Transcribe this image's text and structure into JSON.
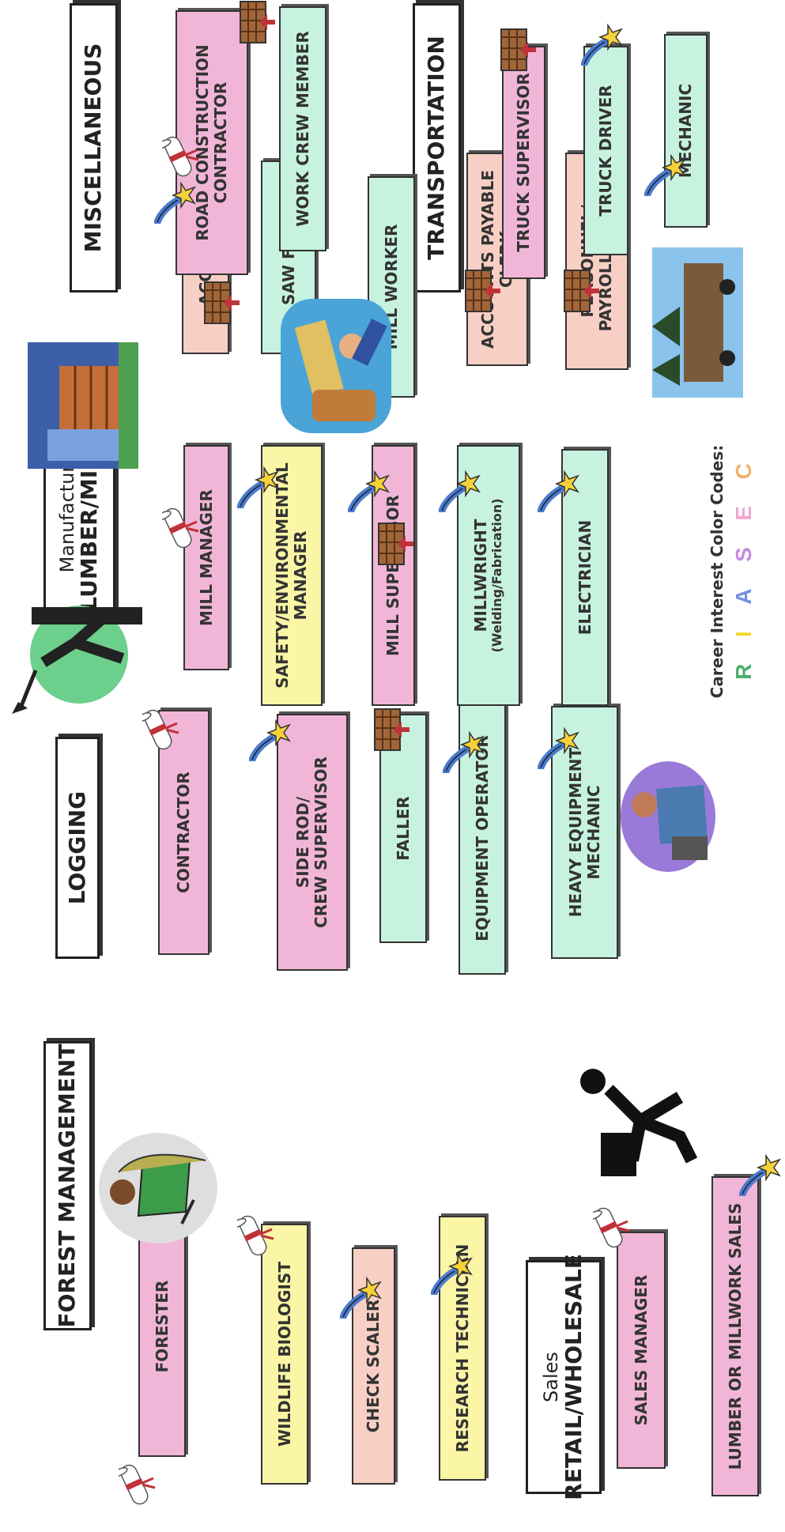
{
  "headers": {
    "forest": {
      "line1": "FOREST MANAGEMENT",
      "line2": ""
    },
    "logging": {
      "line1": "LOGGING",
      "line2": ""
    },
    "manufacturing": {
      "line1": "Manufacturing",
      "line2": "LUMBER/MILLING"
    },
    "misc": {
      "line1": "MISCELLANEOUS",
      "line2": ""
    },
    "transport": {
      "line1": "TRANSPORTATION",
      "line2": ""
    },
    "sales": {
      "line1": "Sales",
      "line2": "RETAIL/WHOLESALE"
    }
  },
  "careers": {
    "forester": {
      "l1": "FORESTER",
      "l2": "",
      "code": "E",
      "icon": "diploma"
    },
    "wildlife_biologist": {
      "l1": "WILDLIFE BIOLOGIST",
      "l2": "",
      "code": "I",
      "icon": "diploma"
    },
    "check_scaler": {
      "l1": "CHECK SCALER",
      "l2": "",
      "code": "C",
      "icon": "star"
    },
    "research_technician": {
      "l1": "RESEARCH TECHNICIAN",
      "l2": "",
      "code": "I",
      "icon": "star"
    },
    "contractor": {
      "l1": "CONTRACTOR",
      "l2": "",
      "code": "E",
      "icon": "diploma"
    },
    "side_rod": {
      "l1": "SIDE ROD/",
      "l2": "CREW SUPERVISOR",
      "code": "E",
      "icon": "star"
    },
    "faller": {
      "l1": "FALLER",
      "l2": "",
      "code": "R",
      "icon": "apprentice"
    },
    "equipment_operator": {
      "l1": "EQUIPMENT OPERATOR",
      "l2": "",
      "code": "R",
      "icon": "star"
    },
    "heavy_mechanic": {
      "l1": "HEAVY EQUIPMENT",
      "l2": "MECHANIC",
      "code": "R",
      "icon": "star"
    },
    "mill_manager": {
      "l1": "MILL MANAGER",
      "l2": "",
      "code": "E",
      "icon": "diploma"
    },
    "safety_manager": {
      "l1": "SAFETY/ENVIRONMENTAL",
      "l2": "MANAGER",
      "code": "I",
      "icon": "star"
    },
    "mill_supervisor": {
      "l1": "MILL SUPERVISOR",
      "l2": "",
      "code": "E",
      "icon": "star"
    },
    "millwright": {
      "l1": "MILLWRIGHT",
      "l2": "(Welding/Fabrication)",
      "code": "R",
      "icon": "star"
    },
    "electrician": {
      "l1": "ELECTRICIAN",
      "l2": "",
      "code": "R",
      "icon": "star"
    },
    "accountant": {
      "l1": "ACCOUNTANT",
      "l2": "",
      "code": "C",
      "icon": "diploma"
    },
    "saw_filer": {
      "l1": "SAW FILER",
      "l2": "",
      "code": "R",
      "icon": "apprentice"
    },
    "mill_worker": {
      "l1": "MILL WORKER",
      "l2": "",
      "code": "R",
      "icon": "apprentice"
    },
    "accounts_payable": {
      "l1": "ACCOUNTS PAYABLE",
      "l2": "CLERK",
      "code": "C",
      "icon": "apprentice"
    },
    "payroll_clerk": {
      "l1": "PERSONNEL/",
      "l2": "PAYROLL CLERK",
      "code": "C",
      "icon": "apprentice"
    },
    "road_contractor": {
      "l1": "ROAD CONSTRUCTION",
      "l2": "CONTRACTOR",
      "code": "E",
      "icon": "star"
    },
    "work_crew": {
      "l1": "WORK CREW MEMBER",
      "l2": "",
      "code": "R",
      "icon": "apprentice"
    },
    "truck_supervisor": {
      "l1": "TRUCK SUPERVISOR",
      "l2": "",
      "code": "E",
      "icon": "apprentice"
    },
    "truck_driver": {
      "l1": "TRUCK DRIVER",
      "l2": "",
      "code": "R",
      "icon": "star"
    },
    "mechanic": {
      "l1": "MECHANIC",
      "l2": "",
      "code": "R",
      "icon": "star"
    },
    "sales_manager": {
      "l1": "SALES MANAGER",
      "l2": "",
      "code": "E",
      "icon": "diploma"
    },
    "lumber_sales": {
      "l1": "LUMBER OR MILLWORK SALES",
      "l2": "",
      "code": "E",
      "icon": "star"
    }
  },
  "legend": {
    "title": "Career Interest Color Codes:",
    "codes": [
      {
        "letter": "R",
        "color": "#4caf6a"
      },
      {
        "letter": "I",
        "color": "#f2d62e"
      },
      {
        "letter": "A",
        "color": "#6f8fe0"
      },
      {
        "letter": "S",
        "color": "#c58ae0"
      },
      {
        "letter": "E",
        "color": "#f0a8cf"
      },
      {
        "letter": "C",
        "color": "#f3b06a"
      }
    ]
  },
  "colors": {
    "R": "#c7f2df",
    "I": "#fbf5a6",
    "A": "#f5bfd9",
    "S": "#f8d4c9",
    "E": "#f1b6d7",
    "C": "#f8cfc5"
  },
  "illustrations": [
    "forester-figure",
    "logger-with-axe",
    "lumber-stack",
    "mill-worker",
    "log-truck",
    "mechanic-figure",
    "salesman-silhouette"
  ]
}
